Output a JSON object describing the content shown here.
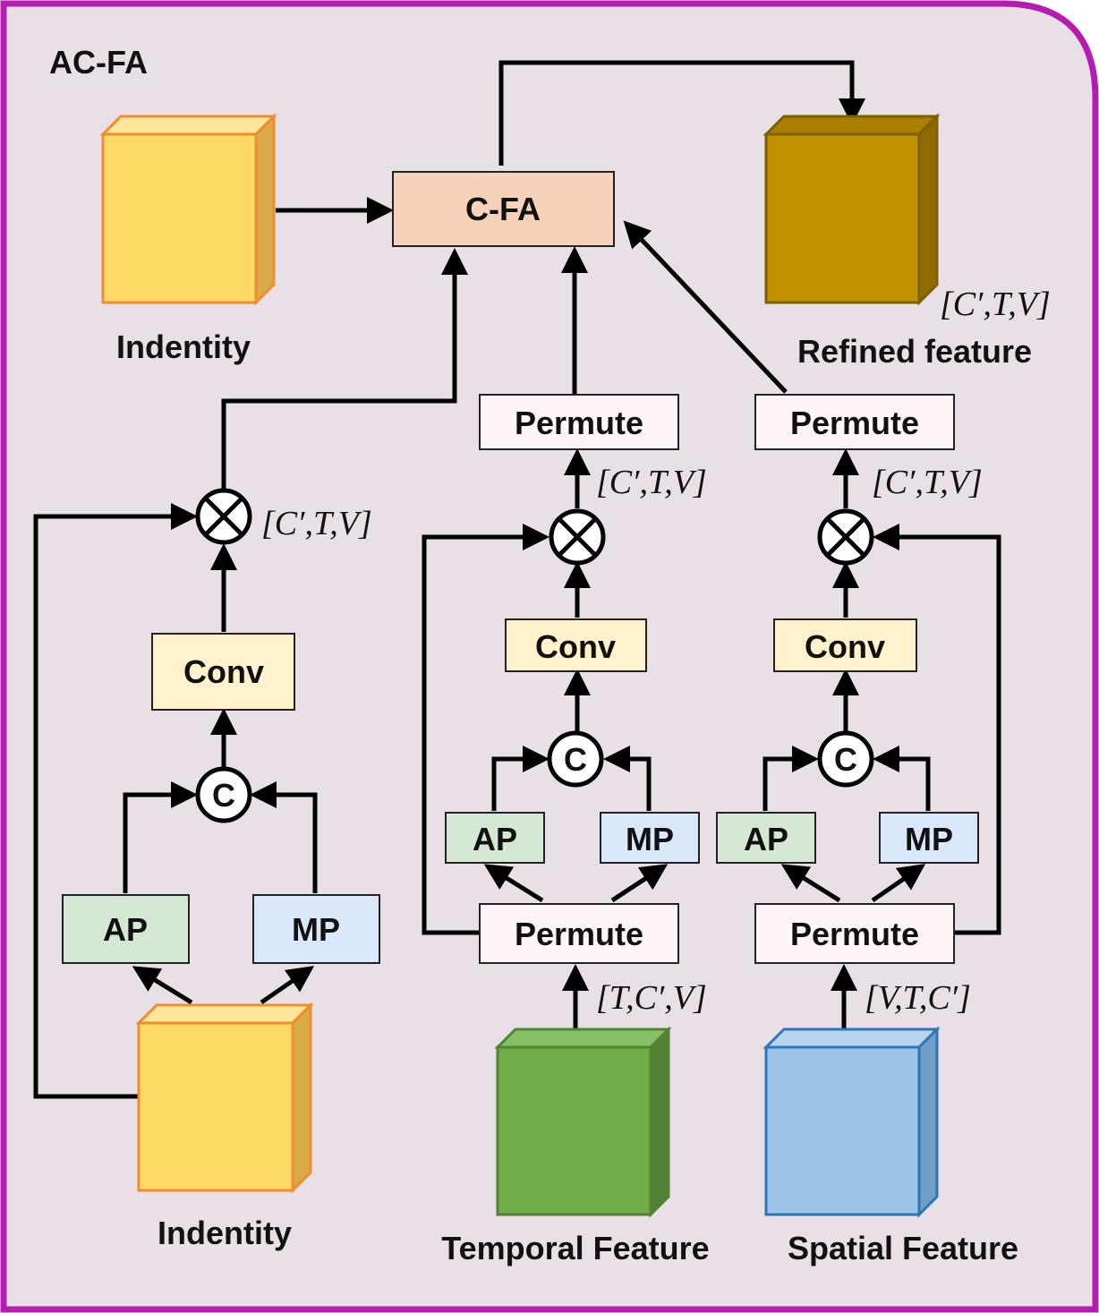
{
  "title": "AC-FA",
  "colors": {
    "background": "#e8e0e6",
    "frame": "#b51cb1",
    "cfa": "#f7d2bb",
    "conv": "#fff2cc",
    "ap": "#d5e8d4",
    "mp": "#dae8fc",
    "permute": "#fff5f7",
    "identity": "#ffd966",
    "temporal": "#70ad47",
    "spatial": "#9dc3e6",
    "refined": "#bf9000"
  },
  "nodes": {
    "cfa": "C-FA",
    "conv": "Conv",
    "ap": "AP",
    "mp": "MP",
    "permute": "Permute",
    "concat": "C"
  },
  "labels": {
    "identity_top": "Indentity",
    "identity_bottom": "Indentity",
    "temporal": "Temporal Feature",
    "spatial": "Spatial Feature",
    "refined": "Refined feature"
  },
  "shapes": {
    "ctv": "[C′,T,V]",
    "tcv": "[T,C′,V]",
    "vtc": "[V,T,C′]"
  },
  "icons": {
    "multiply": "circled-times-icon",
    "concat": "circled-c-icon",
    "cube": "cube-icon"
  }
}
